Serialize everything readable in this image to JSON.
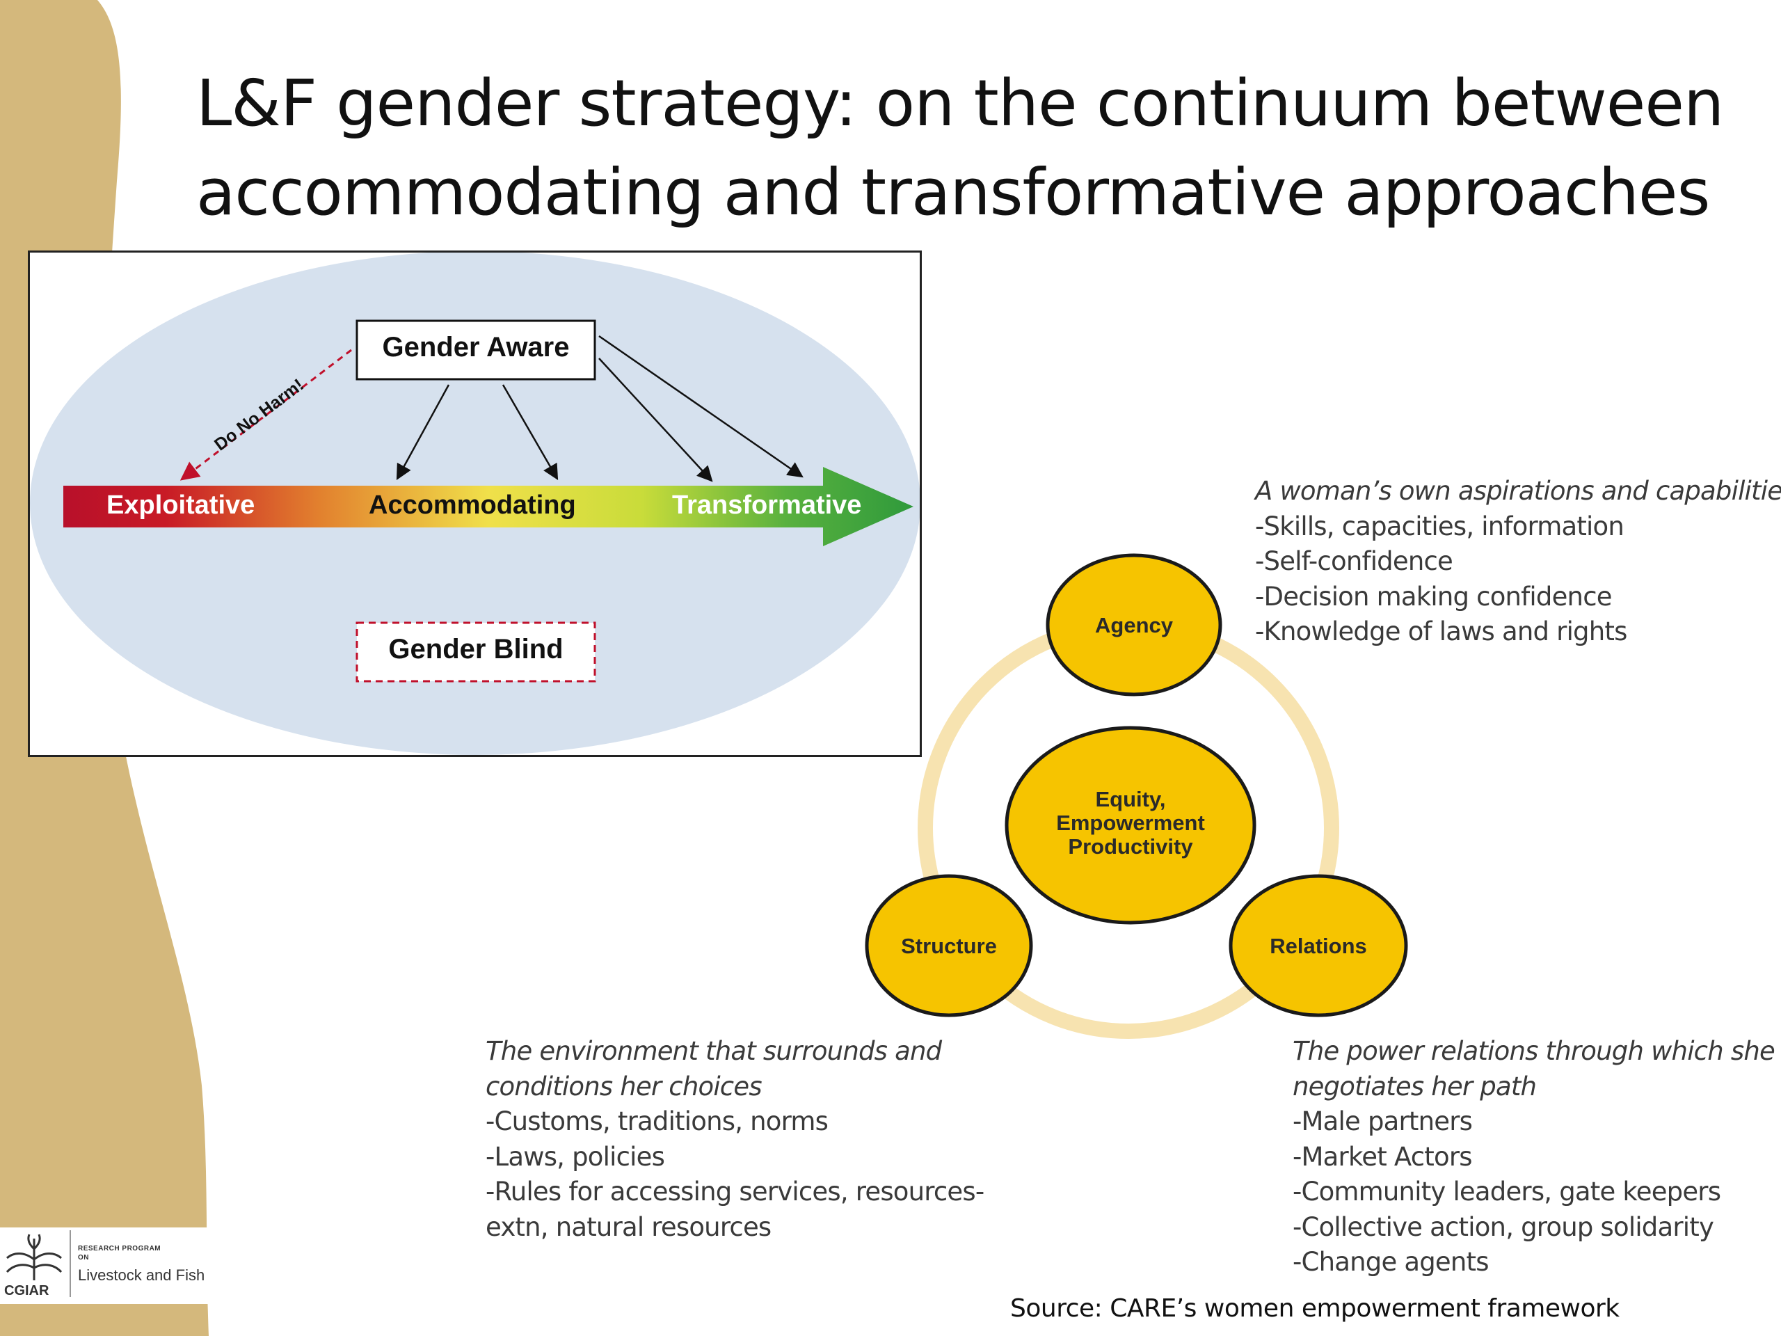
{
  "slide": {
    "title_line1": "L&F gender strategy: on the continuum between",
    "title_line2": "accommodating and transformative approaches"
  },
  "continuum": {
    "gender_aware": "Gender Aware",
    "gender_blind": "Gender Blind",
    "do_no_harm": "Do No Harm!",
    "stages": [
      "Exploitative",
      "Accommodating",
      "Transformative"
    ],
    "colors": {
      "exploitative": "#c0102b",
      "accommodating": "#f2e24a",
      "transformative": "#2f9a3c",
      "ellipse": "#d6e1ee",
      "harm": "#c0102b"
    }
  },
  "framework": {
    "center": [
      "Equity,",
      "Empowerment",
      "Productivity"
    ],
    "agency": "Agency",
    "structure": "Structure",
    "relations": "Relations",
    "colors": {
      "circle": "#f6c400",
      "ring": "#f7e3b0"
    },
    "agency_desc": {
      "heading": "A woman’s own aspirations and capabilities",
      "items": [
        "-Skills, capacities, information",
        "-Self-confidence",
        "-Decision making confidence",
        "-Knowledge of  laws and rights"
      ]
    },
    "structure_desc": {
      "heading_lines": [
        "The environment that surrounds and",
        "conditions her choices"
      ],
      "items": [
        "-Customs, traditions, norms",
        "-Laws, policies",
        "-Rules for accessing services, resources-",
        "extn, natural resources"
      ]
    },
    "relations_desc": {
      "heading_lines": [
        "The power relations through which she",
        "negotiates her path"
      ],
      "items": [
        "-Male partners",
        "-Market Actors",
        "-Community leaders, gate keepers",
        "-Collective action, group solidarity",
        "-Change agents"
      ]
    },
    "source": "Source: CARE’s women empowerment framework"
  },
  "logo": {
    "abbr": "CGIAR",
    "program": "RESEARCH PROGRAM ON",
    "name": "Livestock and Fish"
  },
  "theme": {
    "deco": "#d4b87c"
  }
}
